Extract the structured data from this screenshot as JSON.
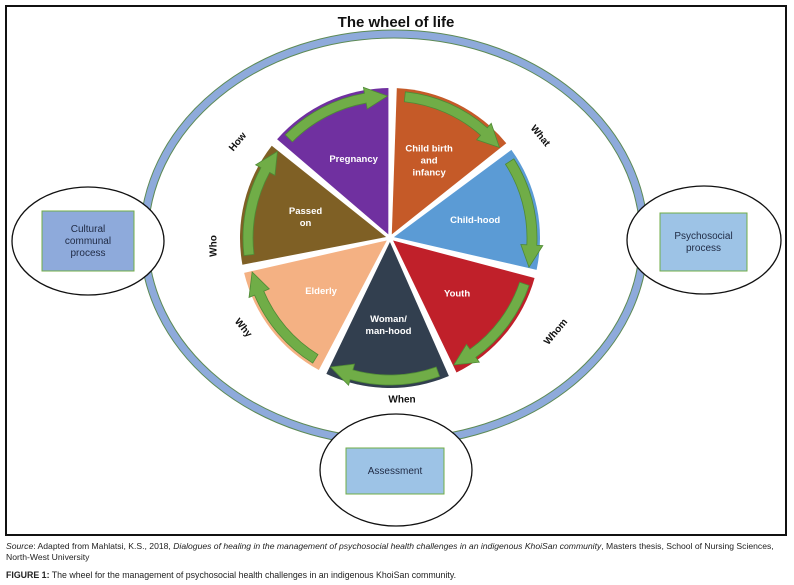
{
  "title": "The wheel of life",
  "colors": {
    "ring": "#8eaadb",
    "ring_stroke": "#5d8a55",
    "arrow": "#70ad47",
    "arrow_stroke": "#4e8a35",
    "box_fill_left": "#8eaadb",
    "box_fill": "#9dc3e6",
    "box_stroke": "#70ad47"
  },
  "wheel": {
    "segments": [
      {
        "label": "Child birth\nand\ninfancy",
        "color": "#c55a28"
      },
      {
        "label": "Child-hood",
        "color": "#5b9bd5"
      },
      {
        "label": "Youth",
        "color": "#c0202a"
      },
      {
        "label": "Woman/\nman-hood",
        "color": "#323f4f"
      },
      {
        "label": "Elderly",
        "color": "#f4b183"
      },
      {
        "label": "Passed\non",
        "color": "#7f6025"
      },
      {
        "label": "Pregnancy",
        "color": "#7030a0"
      }
    ],
    "questions": [
      "What",
      "Whom",
      "When",
      "Why",
      "Who",
      "How"
    ]
  },
  "processes": {
    "left": "Cultural\ncommunal\nprocess",
    "right": "Psychosocial\nprocess",
    "bottom": "Assessment"
  },
  "source": {
    "prefix": "Source",
    "text1": ": Adapted from Mahlatsi, K.S., 2018, ",
    "italic": "Dialogues of healing in the management of psychosocial health challenges in an indigenous KhoiSan community",
    "text2": ", Masters thesis, School of Nursing Sciences, North-West University"
  },
  "figure": {
    "label": "FIGURE 1:",
    "text": " The wheel for the management of psychosocial health challenges in an indigenous KhoiSan community."
  }
}
